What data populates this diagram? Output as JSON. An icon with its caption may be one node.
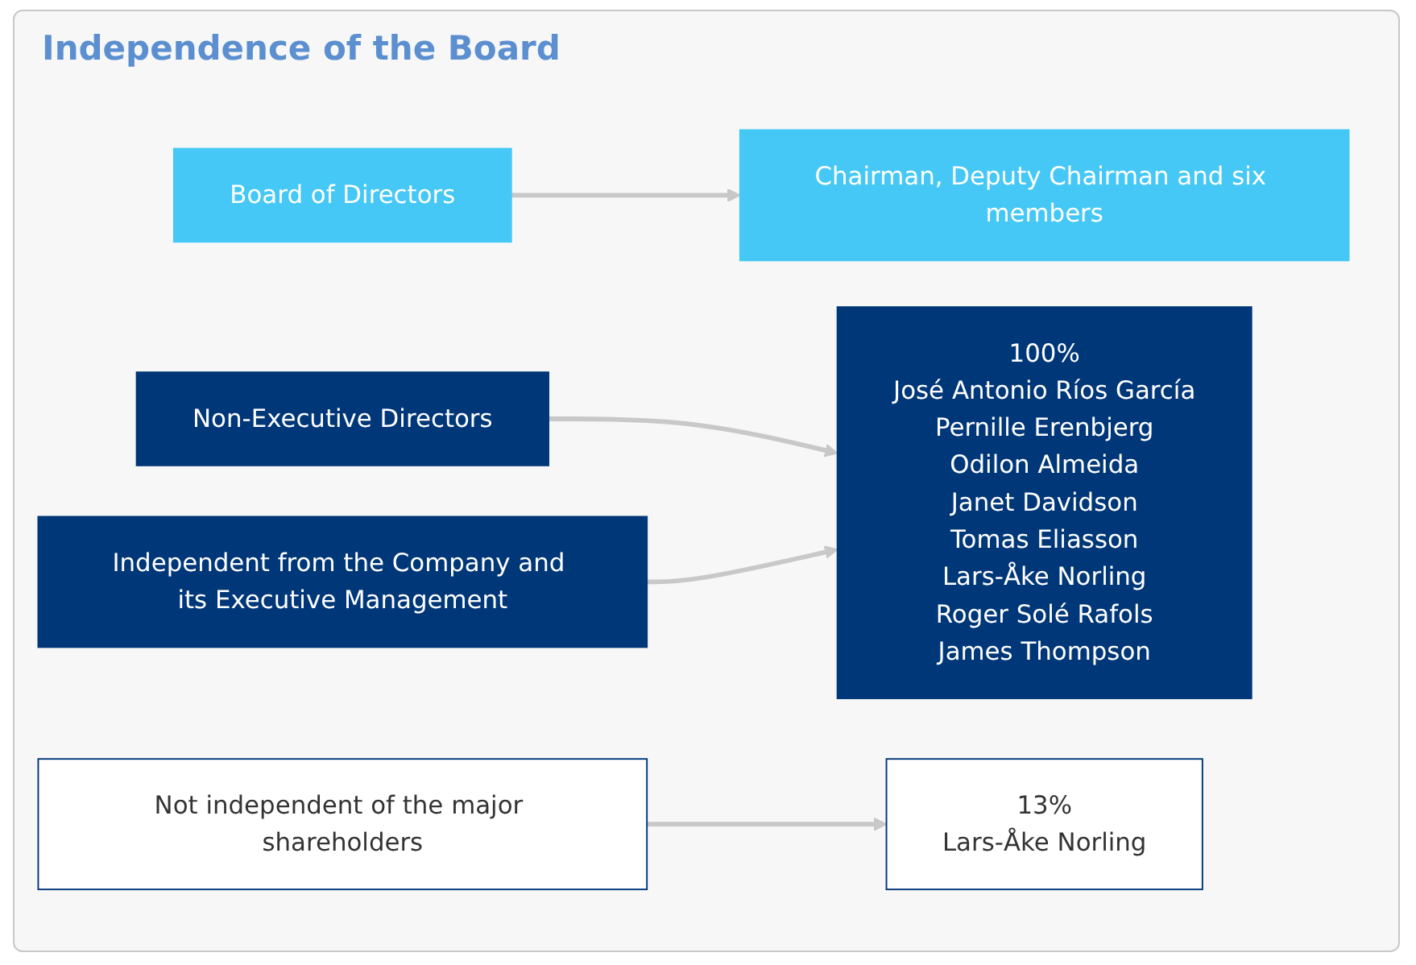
{
  "diagram": {
    "title": "Independence of the Board",
    "nodes": [
      {
        "text": [
          "Board of Directors"
        ]
      },
      {
        "text": [
          "Chairman, Deputy Chairman and six members"
        ]
      },
      {
        "text": [
          "Non-Executive Directors"
        ]
      },
      {
        "text": [
          "100%",
          "José Antonio Ríos García",
          "Pernille Erenbjerg",
          "Odilon Almeida",
          "Janet Davidson",
          "Tomas Eliasson",
          "Lars-Åke Norling",
          "Roger Solé Rafols",
          "James Thompson"
        ]
      },
      {
        "text": [
          "Independent from the Company and its Executive Management"
        ]
      },
      {
        "text": [
          "Not independent of the major shareholders"
        ]
      },
      {
        "text": [
          "13%",
          "Lars-Åke Norling"
        ]
      }
    ],
    "edges": [
      {
        "from": 0,
        "to": 1,
        "arrow": "to"
      },
      {
        "from": 2,
        "to": 3,
        "arrow": "to"
      },
      {
        "from": 4,
        "to": 3,
        "arrow": "to"
      },
      {
        "from": 5,
        "to": 6,
        "arrow": "to"
      }
    ]
  }
}
